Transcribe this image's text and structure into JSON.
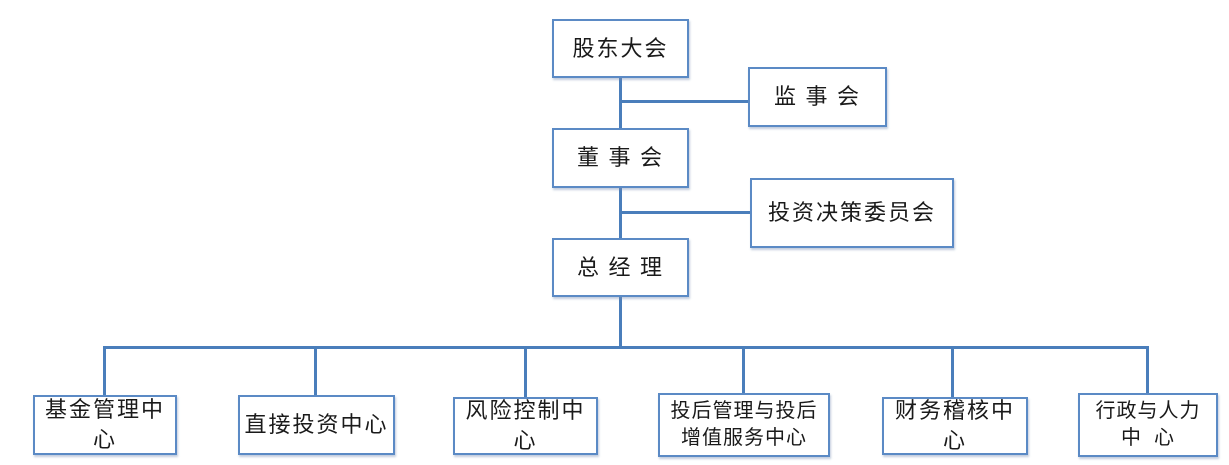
{
  "diagram": {
    "type": "org-chart",
    "title": "",
    "colors": {
      "connector_line": "#4a7ebb",
      "box_border": "#5b8ac5",
      "box_fill": "#ffffff",
      "text": "#1a1a1a",
      "background": "#ffffff"
    },
    "nodes": {
      "shareholders_meeting": {
        "label": "股东大会",
        "level": 1
      },
      "supervisory_board": {
        "label": "监 事 会",
        "level": 1,
        "attached_to": "股东大会/董事会 连线"
      },
      "board_of_directors": {
        "label": "董 事 会",
        "level": 2
      },
      "investment_decision_committee": {
        "label": "投资决策委员会",
        "level": 2,
        "attached_to": "董事会/总经理 连线"
      },
      "general_manager": {
        "label": "总 经 理",
        "level": 3
      },
      "fund_management_center": {
        "label": "基金管理中心",
        "level": 4
      },
      "direct_investment_center": {
        "label": "直接投资中心",
        "level": 4
      },
      "risk_control_center": {
        "label": "风险控制中心",
        "level": 4
      },
      "post_investment_center": {
        "label": "投后管理与投后\n增值服务中心",
        "level": 4
      },
      "financial_audit_center": {
        "label": "财务稽核中心",
        "level": 4
      },
      "admin_hr_center": {
        "label": "行政与人力\n中  心",
        "level": 4
      }
    },
    "edges": [
      "股东大会 → 董事会",
      "股东大会/董事会 连线 → 监 事 会",
      "董事会 → 总经理",
      "董事会/总经理 连线 → 投资决策委员会",
      "总经理 → 基金管理中心",
      "总经理 → 直接投资中心",
      "总经理 → 风险控制中心",
      "总经理 → 投后管理与投后增值服务中心",
      "总经理 → 财务稽核中心",
      "总经理 → 行政与人力中心"
    ]
  }
}
